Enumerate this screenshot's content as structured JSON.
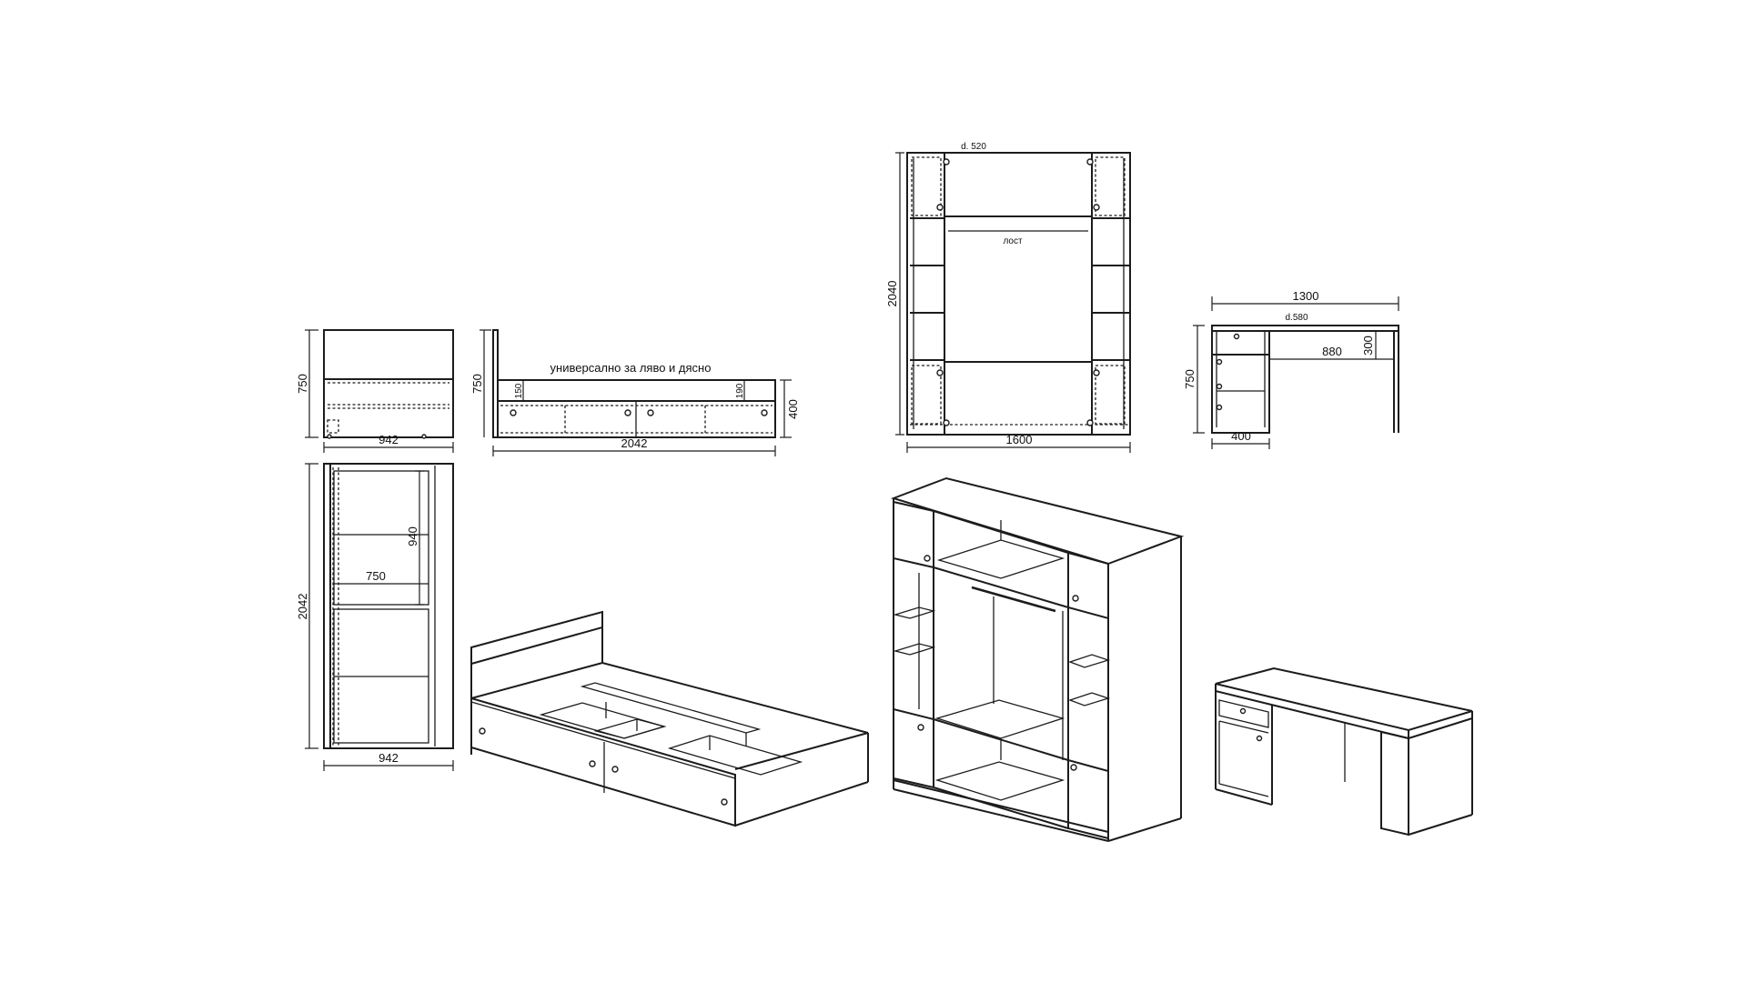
{
  "bed": {
    "front_view": {
      "height": "750",
      "width": "942"
    },
    "side_view": {
      "note": "универсално за ляво и дясно",
      "height_left": "750",
      "drawer_height": "150",
      "rail_height": "190",
      "height_right": "400",
      "length": "2042"
    },
    "top_view": {
      "length": "2042",
      "width": "942",
      "inner_width": "750",
      "inner_height": "940"
    }
  },
  "wardrobe": {
    "depth": "d. 520",
    "rod": "лост",
    "height": "2040",
    "width": "1600"
  },
  "desk": {
    "width": "1300",
    "depth": "d.580",
    "height": "750",
    "kneehole_width": "880",
    "drawer_clearance": "300",
    "pedestal_width": "400"
  }
}
